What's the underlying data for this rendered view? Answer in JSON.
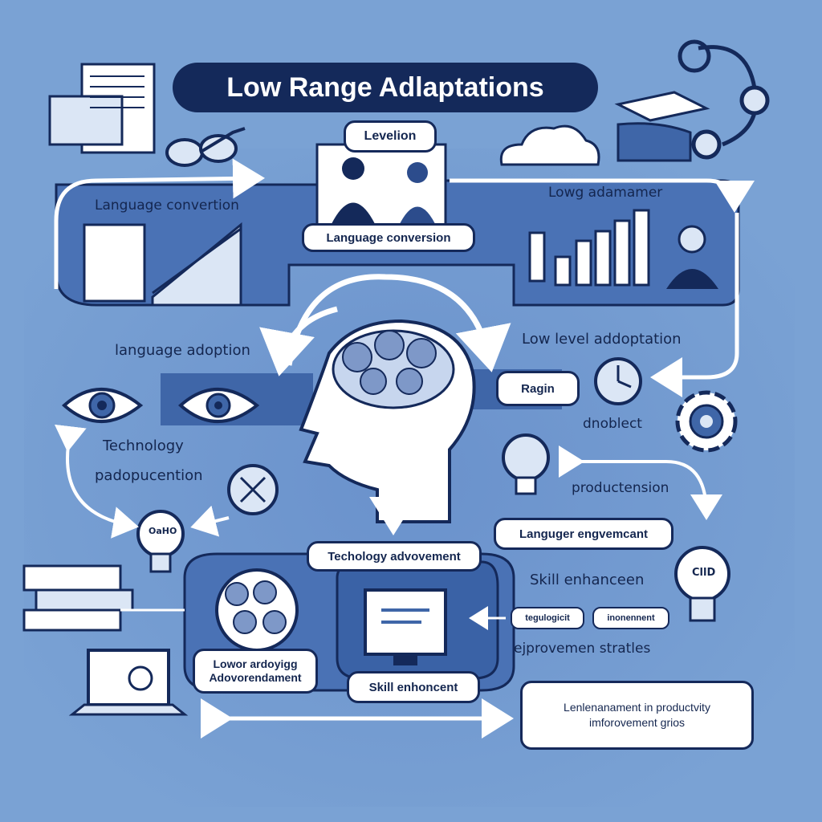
{
  "title": "Low Range Adlaptations",
  "labels": {
    "levelion": "Levelion",
    "language_convertion_left": "Language convertion",
    "language_conversion_pill": "Language conversion",
    "long_adamamer": "Lowg adamamer",
    "language_adoption": "language adoption",
    "low_level_adoptation": "Low level addoptation",
    "ragin": "Ragin",
    "dnoblect": "dnoblect",
    "technology": "Technology",
    "padopucention": "padopucention",
    "productension": "productension",
    "languger_engvemcant": "Languger engvemcant",
    "techology_advovement": "Techology advovement",
    "skill_enhanceen": "Skill enhanceen",
    "tag_left": "tegulogicit",
    "tag_right": "inonennent",
    "ejprovemen": "ejprovemen stratles",
    "lowor_ardoyigg": "Lowor ardoyigg",
    "adovorendamont": "Adovorendament",
    "skill_enhoncent": "Skill enhoncent",
    "bulb_left": "OaHO",
    "bulb_right": "CllD",
    "productivity_line1": "Lenlenanament in productvity",
    "productivity_line2": "imforovement grios"
  },
  "colors": {
    "background": "#7aa2d4",
    "navy": "#14295a",
    "band": "#4e76b8",
    "light": "#dbe6f5"
  },
  "icons": [
    "document-icon",
    "glasses-icon",
    "people-icon",
    "cloud-icon",
    "graduation-cap-icon",
    "stethoscope-icon",
    "bar-chart-icon",
    "eye-icon",
    "brain-head-icon",
    "clock-icon",
    "gear-icon",
    "lightbulb-icon",
    "books-icon",
    "laptop-icon",
    "monitor-icon"
  ]
}
